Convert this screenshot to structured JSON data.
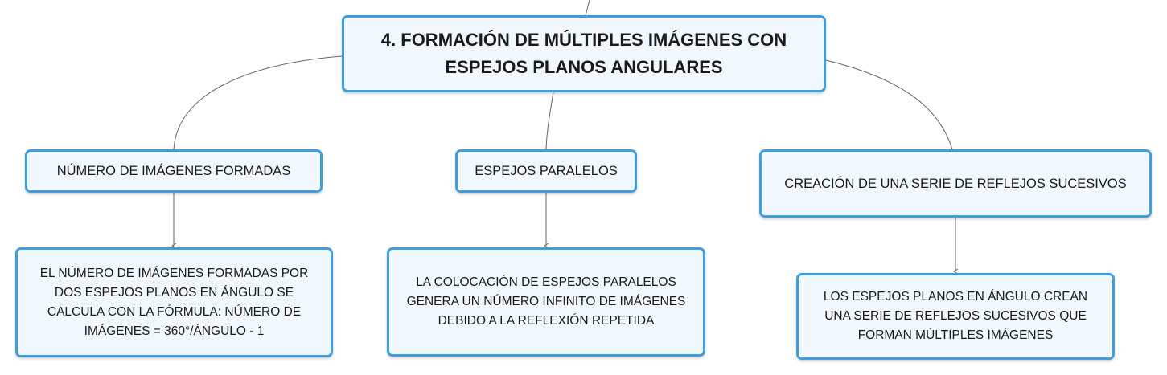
{
  "root": {
    "title": "4. FORMACIÓN DE MÚLTIPLES IMÁGENES CON ESPEJOS PLANOS ANGULARES"
  },
  "branches": [
    {
      "label": "NÚMERO DE IMÁGENES FORMADAS",
      "detail": "EL NÚMERO DE IMÁGENES FORMADAS POR DOS ESPEJOS PLANOS EN ÁNGULO SE CALCULA CON LA FÓRMULA: NÚMERO DE IMÁGENES = 360°/ÁNGULO - 1"
    },
    {
      "label": "ESPEJOS PARALELOS",
      "detail": "LA COLOCACIÓN DE ESPEJOS PARALELOS GENERA UN NÚMERO INFINITO DE IMÁGENES DEBIDO A LA REFLEXIÓN REPETIDA"
    },
    {
      "label": "CREACIÓN DE UNA SERIE DE REFLEJOS SUCESIVOS",
      "detail": "LOS ESPEJOS PLANOS EN ÁNGULO CREAN UNA SERIE DE REFLEJOS SUCESIVOS QUE FORMAN MÚLTIPLES IMÁGENES"
    }
  ],
  "colors": {
    "node_border": "#3d9fe0",
    "node_fill": "#f1f8fd",
    "connector": "#666666"
  }
}
